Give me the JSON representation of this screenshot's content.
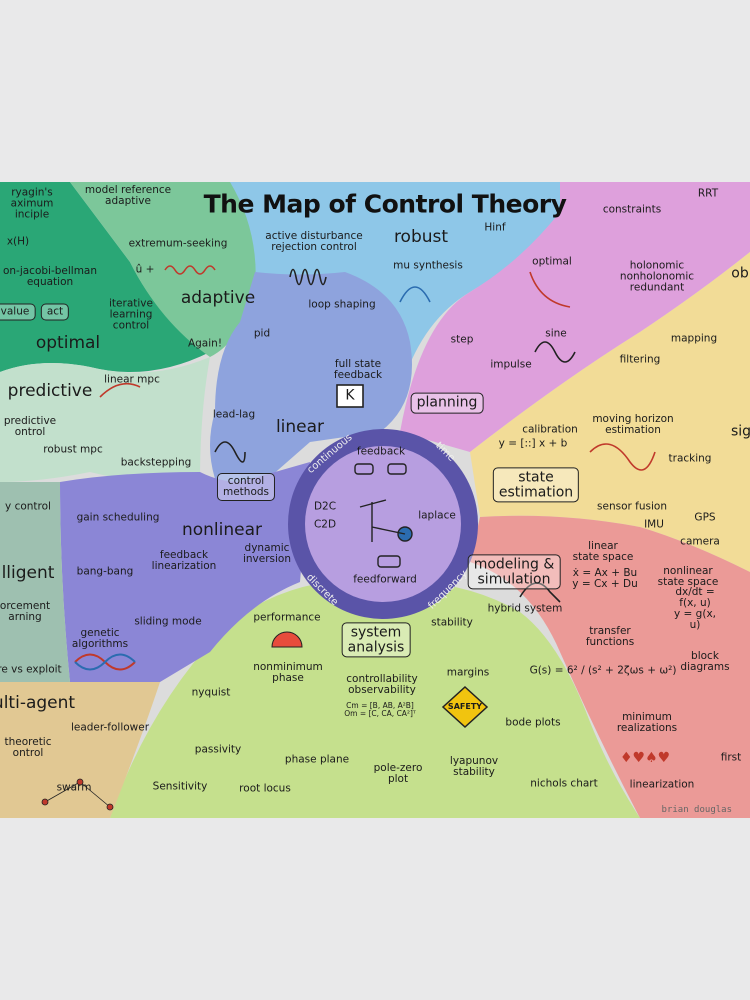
{
  "title": "The Map of Control Theory",
  "credit": "brian douglas",
  "hub": {
    "ring": [
      "continuous",
      "time",
      "frequency",
      "discrete"
    ],
    "inner": [
      "feedback",
      "feedforward",
      "D2C",
      "C2D",
      "laplace"
    ]
  },
  "regions": {
    "optimal": [
      "ryagin's\naximum\ninciple",
      "x(H)",
      "on-jacobi-bellman\nequation",
      "optimal",
      "value",
      "act"
    ],
    "adaptive": [
      "model reference\nadaptive",
      "extremum-seeking",
      "adaptive",
      "iterative\nlearning\ncontrol",
      "Again!",
      "û +"
    ],
    "robust": [
      "active disturbance\nrejection control",
      "robust",
      "Hinf",
      "mu synthesis"
    ],
    "linear": [
      "loop shaping",
      "pid",
      "full state\nfeedback",
      "K",
      "lead-lag",
      "linear",
      "control\nmethods"
    ],
    "predictive": [
      "predictive",
      "linear mpc",
      "predictive\nontrol",
      "robust mpc"
    ],
    "nonlinear": [
      "backstepping",
      "gain scheduling",
      "nonlinear",
      "bang-bang",
      "feedback\nlinearization",
      "dynamic\ninversion",
      "sliding mode"
    ],
    "intelligent": [
      "y control",
      "lligent",
      "orcement\narning",
      "genetic\nalgorithms",
      "ire vs exploit"
    ],
    "multiagent": [
      "ulti-agent",
      "leader-follower",
      "theoretic\nontrol",
      "swarm"
    ],
    "planning": [
      "constraints",
      "RRT",
      "optimal",
      "holonomic\nnonholonomic\nredundant",
      "step",
      "sine",
      "impulse",
      "planning",
      "ob"
    ],
    "estimation": [
      "mapping",
      "filtering",
      "calibration",
      "moving horizon\nestimation",
      "state\nestimation",
      "tracking",
      "sensor fusion",
      "IMU",
      "GPS",
      "camera",
      "sig"
    ],
    "modeling": [
      "modeling &\nsimulation",
      "linear\nstate space",
      "nonlinear\nstate space",
      "hybrid system",
      "transfer\nfunctions",
      "block diagrams",
      "minimum realizations",
      "first",
      "linearization"
    ],
    "analysis": [
      "performance",
      "system\nanalysis",
      "stability",
      "nonminimum\nphase",
      "nyquist",
      "controllability\nobservability",
      "margins",
      "SAFETY",
      "passivity",
      "bode plots",
      "phase plane",
      "lyapunov\nstability",
      "pole-zero\nplot",
      "Sensitivity",
      "root locus",
      "nichols chart"
    ]
  },
  "equations": {
    "calibration": "y = [::] x + b",
    "linear_ss": "ẋ = Ax + Bu\ny = Cx + Du",
    "nonlinear_ss": "dx/dt = f(x, u)\ny = g(x, u)",
    "transfer": "G(s) = 6² / (s² + 2ζωs + ω²)",
    "ctrb": "Cm = [B, AB, A²B]\nOm = [C, CA, CA²]ᵀ"
  },
  "colors": {
    "optimal": "#2aa776",
    "adaptive": "#7cc79a",
    "robust": "#8ec7e8",
    "linear": "#8ea3dd",
    "nonlinear": "#8b86d6",
    "predictive": "#c2e0cc",
    "intelligent": "#9ec0b0",
    "multiagent": "#e1c893",
    "planning": "#dea0dc",
    "estimation": "#f2dc97",
    "modeling": "#eb9a97",
    "analysis": "#c5e08d",
    "hub": "#a58ed6"
  }
}
